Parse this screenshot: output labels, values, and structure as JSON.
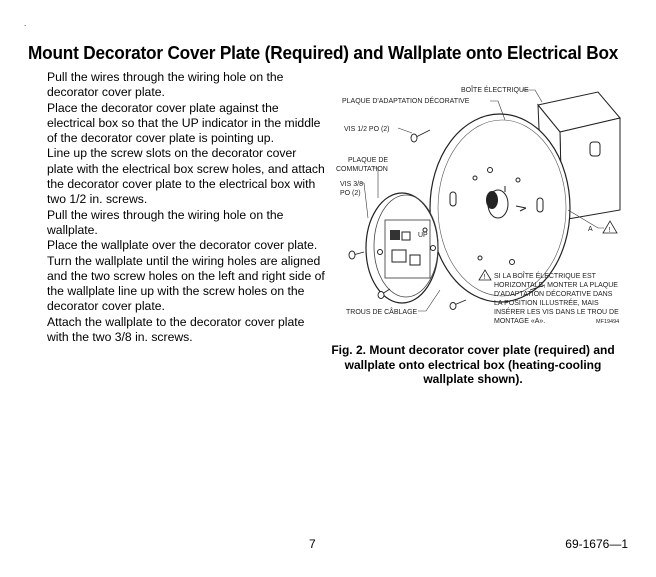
{
  "top_mark": ".",
  "title": "Mount Decorator Cover Plate (Required) and Wallplate onto Electrical Box",
  "steps": [
    "Pull the wires through the wiring hole on the decorator cover plate.",
    "Place the decorator cover plate against the electrical box so that the UP indicator in the middle of the decorator cover plate is pointing up.",
    "Line up the screw slots on the decorator cover plate with the electrical box screw holes, and attach the decorator cover plate to the electrical box with two 1/2 in. screws.",
    "Pull the wires through the wiring hole on the wallplate.",
    "Place the wallplate over the decorator cover plate. Turn the wallplate until the wiring holes are aligned and the two screw holes on the left and right side of the wallplate line up with the screw holes on the decorator cover plate.",
    "Attach the wallplate to the decorator cover plate with the two 3/8 in. screws."
  ],
  "figure": {
    "label_boite": "BOÎTE ÉLECTRIQUE",
    "label_plaque_adaptation": "PLAQUE D'ADAPTATION DÉCORATIVE",
    "label_vis_12": "VIS 1/2 PO (2)",
    "label_plaque_commutation_1": "PLAQUE DE",
    "label_plaque_commutation_2": "COMMUTATION",
    "label_vis_38_1": "VIS 3/8",
    "label_vis_38_2": "PO (2)",
    "label_a": "A",
    "label_up": "UP",
    "warning_symbol": "!",
    "warning_lines": [
      "SI LA BOÎTE ÉLECTRIQUE EST",
      "HORIZONTALE, MONTER LA PLAQUE",
      "D'ADAPTATION DÉCORATIVE DANS",
      "LA POSITION ILLUSTRÉE, MAIS",
      "INSÉRER LES VIS DANS LE TROU DE",
      "MONTAGE «A»."
    ],
    "label_trous": "TROUS DE CÂBLAGE",
    "figure_id": "MF19494"
  },
  "caption": "Fig. 2. Mount decorator cover plate (required) and wallplate onto electrical box (heating-cooling wallplate shown).",
  "page_number": "7",
  "doc_number": "69-1676—1"
}
